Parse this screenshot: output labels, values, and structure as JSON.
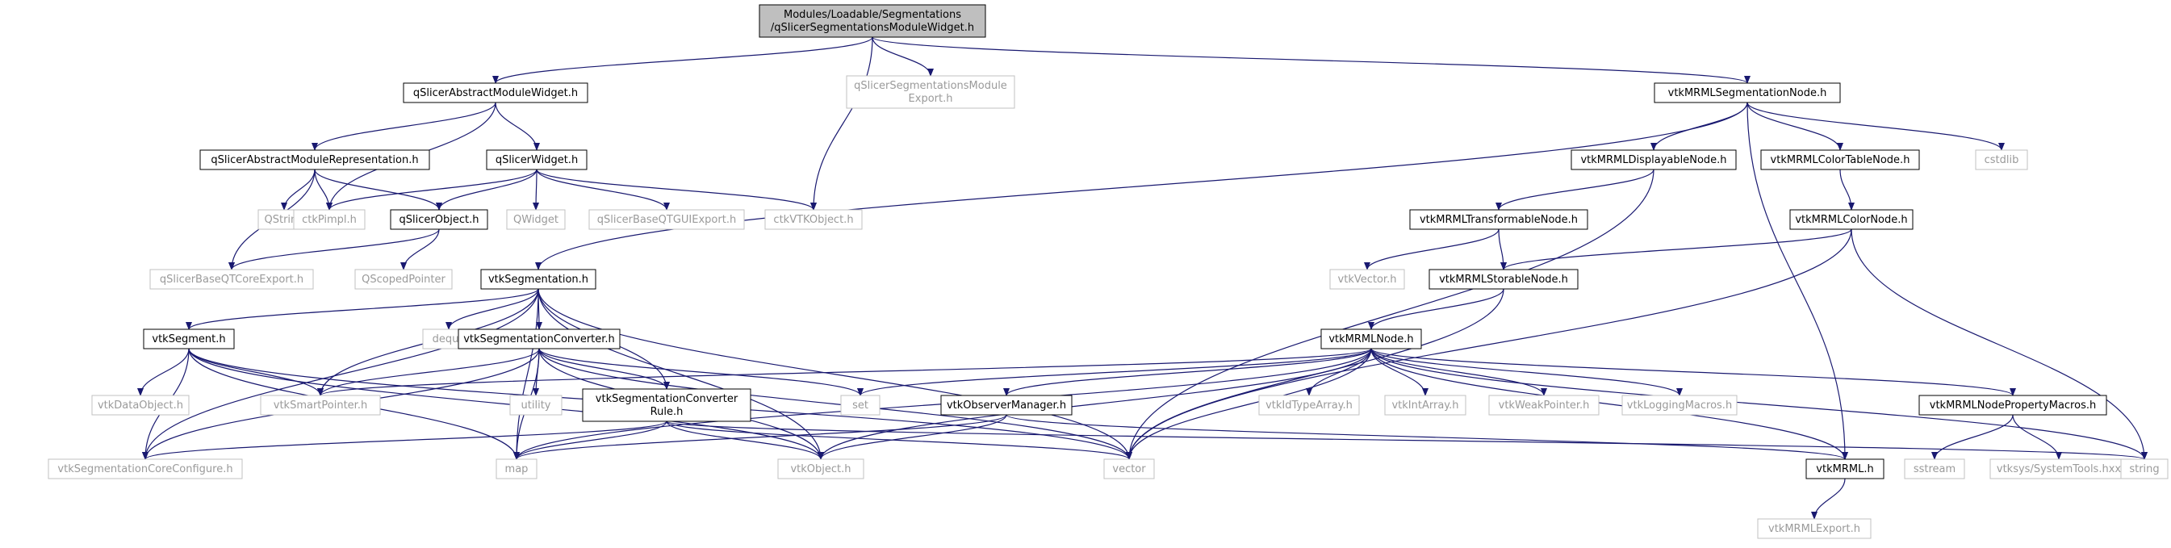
{
  "diagram": {
    "type": "include-dependency-graph",
    "colors": {
      "edge": "#191970",
      "root_fill": "#bfbfbf",
      "node_border": "#000000",
      "external_border": "#c0c0c0",
      "external_text": "#9a9a9a"
    },
    "nodes": [
      {
        "id": "root",
        "lines": [
          "Modules/Loadable/Segmentations",
          "/qSlicerSegmentationsModuleWidget.h"
        ],
        "kind": "root"
      },
      {
        "id": "qsamw",
        "lines": [
          "qSlicerAbstractModuleWidget.h"
        ],
        "kind": "header"
      },
      {
        "id": "qssme",
        "lines": [
          "qSlicerSegmentationsModule",
          "Export.h"
        ],
        "kind": "external"
      },
      {
        "id": "vmsn",
        "lines": [
          "vtkMRMLSegmentationNode.h"
        ],
        "kind": "header"
      },
      {
        "id": "qsamr",
        "lines": [
          "qSlicerAbstractModuleRepresentation.h"
        ],
        "kind": "header"
      },
      {
        "id": "qsw",
        "lines": [
          "qSlicerWidget.h"
        ],
        "kind": "header"
      },
      {
        "id": "qstring",
        "lines": [
          "QString"
        ],
        "kind": "external"
      },
      {
        "id": "ctkpimpl",
        "lines": [
          "ctkPimpl.h"
        ],
        "kind": "external"
      },
      {
        "id": "qso",
        "lines": [
          "qSlicerObject.h"
        ],
        "kind": "header"
      },
      {
        "id": "qwidget",
        "lines": [
          "QWidget"
        ],
        "kind": "external"
      },
      {
        "id": "qsbqge",
        "lines": [
          "qSlicerBaseQTGUIExport.h"
        ],
        "kind": "external"
      },
      {
        "id": "ctkvtko",
        "lines": [
          "ctkVTKObject.h"
        ],
        "kind": "external"
      },
      {
        "id": "qsbqce",
        "lines": [
          "qSlicerBaseQTCoreExport.h"
        ],
        "kind": "external"
      },
      {
        "id": "qsp",
        "lines": [
          "QScopedPointer"
        ],
        "kind": "external"
      },
      {
        "id": "vmdn",
        "lines": [
          "vtkMRMLDisplayableNode.h"
        ],
        "kind": "header"
      },
      {
        "id": "vmctn",
        "lines": [
          "vtkMRMLColorTableNode.h"
        ],
        "kind": "header"
      },
      {
        "id": "cstdlib",
        "lines": [
          "cstdlib"
        ],
        "kind": "external"
      },
      {
        "id": "vmtn",
        "lines": [
          "vtkMRMLTransformableNode.h"
        ],
        "kind": "header"
      },
      {
        "id": "vmcn",
        "lines": [
          "vtkMRMLColorNode.h"
        ],
        "kind": "header"
      },
      {
        "id": "vtkvector",
        "lines": [
          "vtkVector.h"
        ],
        "kind": "external"
      },
      {
        "id": "vmstn",
        "lines": [
          "vtkMRMLStorableNode.h"
        ],
        "kind": "header"
      },
      {
        "id": "vseg",
        "lines": [
          "vtkSegmentation.h"
        ],
        "kind": "header"
      },
      {
        "id": "vsegment",
        "lines": [
          "vtkSegment.h"
        ],
        "kind": "header"
      },
      {
        "id": "deque",
        "lines": [
          "deque"
        ],
        "kind": "external"
      },
      {
        "id": "vsc",
        "lines": [
          "vtkSegmentationConverter.h"
        ],
        "kind": "header"
      },
      {
        "id": "vmn",
        "lines": [
          "vtkMRMLNode.h"
        ],
        "kind": "header"
      },
      {
        "id": "vdo",
        "lines": [
          "vtkDataObject.h"
        ],
        "kind": "external"
      },
      {
        "id": "vsp",
        "lines": [
          "vtkSmartPointer.h"
        ],
        "kind": "external"
      },
      {
        "id": "utility",
        "lines": [
          "utility"
        ],
        "kind": "external"
      },
      {
        "id": "vscr",
        "lines": [
          "vtkSegmentationConverter",
          "Rule.h"
        ],
        "kind": "header"
      },
      {
        "id": "set",
        "lines": [
          "set"
        ],
        "kind": "external"
      },
      {
        "id": "vom",
        "lines": [
          "vtkObserverManager.h"
        ],
        "kind": "header"
      },
      {
        "id": "vita",
        "lines": [
          "vtkIdTypeArray.h"
        ],
        "kind": "external"
      },
      {
        "id": "via",
        "lines": [
          "vtkIntArray.h"
        ],
        "kind": "external"
      },
      {
        "id": "vwp",
        "lines": [
          "vtkWeakPointer.h"
        ],
        "kind": "external"
      },
      {
        "id": "vlm",
        "lines": [
          "vtkLoggingMacros.h"
        ],
        "kind": "external"
      },
      {
        "id": "vmnpm",
        "lines": [
          "vtkMRMLNodePropertyMacros.h"
        ],
        "kind": "header"
      },
      {
        "id": "vscc",
        "lines": [
          "vtkSegmentationCoreConfigure.h"
        ],
        "kind": "external"
      },
      {
        "id": "map",
        "lines": [
          "map"
        ],
        "kind": "external"
      },
      {
        "id": "vtko",
        "lines": [
          "vtkObject.h"
        ],
        "kind": "external"
      },
      {
        "id": "vector",
        "lines": [
          "vector"
        ],
        "kind": "external"
      },
      {
        "id": "vmrml",
        "lines": [
          "vtkMRML.h"
        ],
        "kind": "header"
      },
      {
        "id": "sstream",
        "lines": [
          "sstream"
        ],
        "kind": "external"
      },
      {
        "id": "vsst",
        "lines": [
          "vtksys/SystemTools.hxx"
        ],
        "kind": "external"
      },
      {
        "id": "string",
        "lines": [
          "string"
        ],
        "kind": "external"
      },
      {
        "id": "vmrmlexp",
        "lines": [
          "vtkMRMLExport.h"
        ],
        "kind": "external"
      }
    ],
    "edges": [
      [
        "root",
        "qsamw"
      ],
      [
        "root",
        "qssme"
      ],
      [
        "root",
        "vmsn"
      ],
      [
        "root",
        "ctkvtko"
      ],
      [
        "qsamw",
        "qsamr"
      ],
      [
        "qsamw",
        "qsw"
      ],
      [
        "qsamw",
        "ctkpimpl"
      ],
      [
        "qsamr",
        "qstring"
      ],
      [
        "qsamr",
        "ctkpimpl"
      ],
      [
        "qsamr",
        "qso"
      ],
      [
        "qsamr",
        "qsbqce"
      ],
      [
        "qsw",
        "ctkpimpl"
      ],
      [
        "qsw",
        "qso"
      ],
      [
        "qsw",
        "qwidget"
      ],
      [
        "qsw",
        "qsbqge"
      ],
      [
        "qsw",
        "ctkvtko"
      ],
      [
        "qso",
        "qsbqce"
      ],
      [
        "qso",
        "qsp"
      ],
      [
        "vmsn",
        "vmdn"
      ],
      [
        "vmsn",
        "vmctn"
      ],
      [
        "vmsn",
        "cstdlib"
      ],
      [
        "vmsn",
        "vseg"
      ],
      [
        "vmsn",
        "vmrml"
      ],
      [
        "vmdn",
        "vmtn"
      ],
      [
        "vmdn",
        "vector"
      ],
      [
        "vmctn",
        "vmcn"
      ],
      [
        "vmtn",
        "vtkvector"
      ],
      [
        "vmtn",
        "vmstn"
      ],
      [
        "vmcn",
        "vmstn"
      ],
      [
        "vmcn",
        "vector"
      ],
      [
        "vmcn",
        "string"
      ],
      [
        "vmstn",
        "vmn"
      ],
      [
        "vmstn",
        "vector"
      ],
      [
        "vseg",
        "vsegment"
      ],
      [
        "vseg",
        "deque"
      ],
      [
        "vseg",
        "vsc"
      ],
      [
        "vseg",
        "vsp"
      ],
      [
        "vseg",
        "vscr"
      ],
      [
        "vseg",
        "vscc"
      ],
      [
        "vseg",
        "map"
      ],
      [
        "vseg",
        "vtko"
      ],
      [
        "vseg",
        "vector"
      ],
      [
        "vsegment",
        "vdo"
      ],
      [
        "vsegment",
        "vsp"
      ],
      [
        "vsegment",
        "vscc"
      ],
      [
        "vsegment",
        "map"
      ],
      [
        "vsegment",
        "vtko"
      ],
      [
        "vsegment",
        "vector"
      ],
      [
        "vsc",
        "vsp"
      ],
      [
        "vsc",
        "utility"
      ],
      [
        "vsc",
        "vscr"
      ],
      [
        "vsc",
        "set"
      ],
      [
        "vsc",
        "vscc"
      ],
      [
        "vsc",
        "map"
      ],
      [
        "vsc",
        "vtko"
      ],
      [
        "vsc",
        "vector"
      ],
      [
        "vscr",
        "vscc"
      ],
      [
        "vscr",
        "map"
      ],
      [
        "vscr",
        "vtko"
      ],
      [
        "vscr",
        "vector"
      ],
      [
        "vscr",
        "string"
      ],
      [
        "vmn",
        "vsp"
      ],
      [
        "vmn",
        "set"
      ],
      [
        "vmn",
        "vom"
      ],
      [
        "vmn",
        "vita"
      ],
      [
        "vmn",
        "via"
      ],
      [
        "vmn",
        "vwp"
      ],
      [
        "vmn",
        "vlm"
      ],
      [
        "vmn",
        "vmnpm"
      ],
      [
        "vmn",
        "map"
      ],
      [
        "vmn",
        "vtko"
      ],
      [
        "vmn",
        "vector"
      ],
      [
        "vmn",
        "vmrml"
      ],
      [
        "vmn",
        "string"
      ],
      [
        "vom",
        "map"
      ],
      [
        "vom",
        "vtko"
      ],
      [
        "vom",
        "vmrml"
      ],
      [
        "vmnpm",
        "sstream"
      ],
      [
        "vmnpm",
        "vsst"
      ],
      [
        "vmrml",
        "vmrmlexp"
      ]
    ]
  }
}
